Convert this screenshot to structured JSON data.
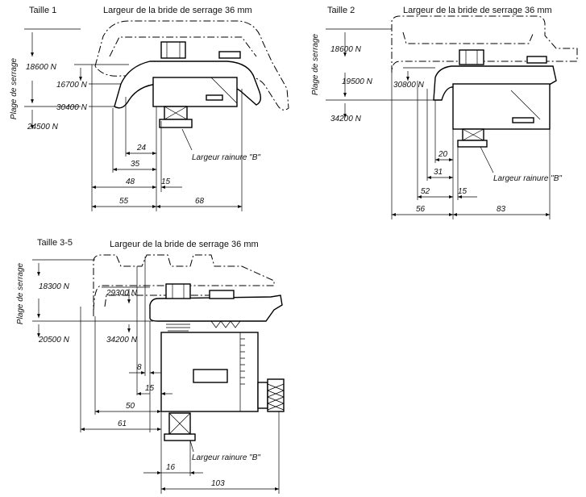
{
  "taille1": {
    "title": "Taille 1",
    "header": "Largeur de la bride de serrage 36 mm",
    "plage": "Plage de serrage",
    "forces": [
      "18600 N",
      "16700 N",
      "30400 N",
      "24500 N"
    ],
    "dims": [
      "24",
      "35",
      "48",
      "15",
      "55",
      "68"
    ],
    "groove": "Largeur rainure \"B\""
  },
  "taille2": {
    "title": "Taille 2",
    "header": "Largeur de la bride de serrage 36 mm",
    "plage": "Plage de serrage",
    "forces": [
      "18600 N",
      "19500 N",
      "30800 N",
      "34200 N"
    ],
    "dims": [
      "20",
      "31",
      "52",
      "15",
      "56",
      "83"
    ],
    "groove": "Largeur rainure \"B\""
  },
  "taille35": {
    "title": "Taille 3-5",
    "header": "Largeur de la bride de serrage 36 mm",
    "plage": "Plage de serrage",
    "forces": [
      "18300 N",
      "29300 N",
      "20500 N",
      "34200 N"
    ],
    "dims": [
      "8",
      "15",
      "50",
      "61",
      "16",
      "103"
    ],
    "groove": "Largeur rainure \"B\""
  }
}
